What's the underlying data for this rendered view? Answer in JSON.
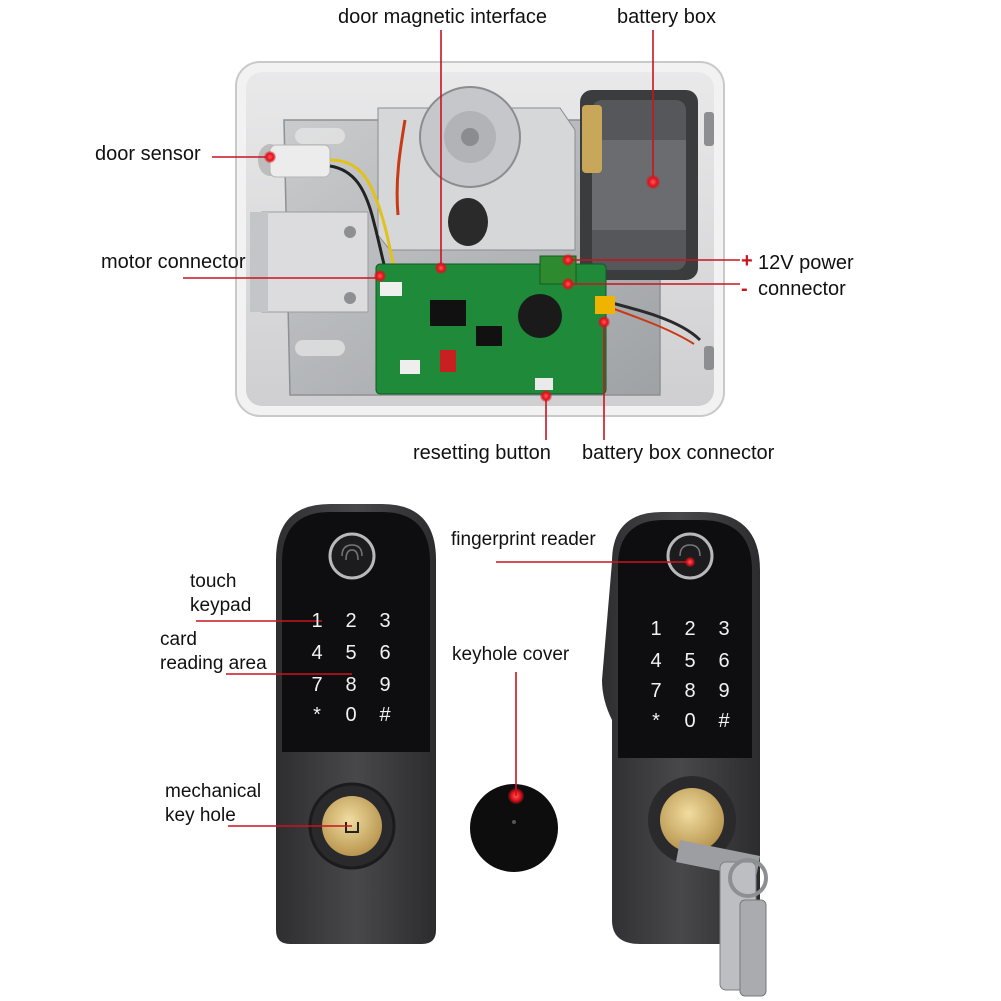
{
  "callouts": {
    "door_magnetic_interface": "door magnetic interface",
    "battery_box": "battery box",
    "door_sensor": "door sensor",
    "motor_connector": "motor connector",
    "power_plus": "+",
    "power_12v": "12V power",
    "power_minus": "-",
    "power_connector": "connector",
    "resetting_button": "resetting button",
    "battery_box_connector": "battery box connector",
    "fingerprint_reader": "fingerprint reader",
    "touch_line1": "touch",
    "touch_line2": "keypad",
    "card_line1": "card",
    "card_line2": "reading area",
    "keyhole_cover": "keyhole cover",
    "mech_line1": "mechanical",
    "mech_line2": "key hole"
  },
  "keypad": [
    "1",
    "2",
    "3",
    "4",
    "5",
    "6",
    "7",
    "8",
    "9",
    "*",
    "0",
    "#"
  ],
  "colors": {
    "callout_line": "#c8141e",
    "dot": "#e0101a",
    "lock_body": "#3c3c3e",
    "panel": "#0e0e10"
  }
}
